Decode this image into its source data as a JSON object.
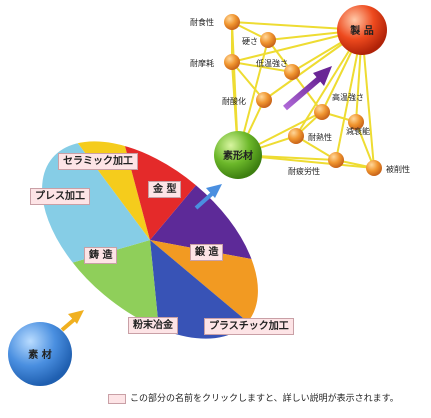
{
  "nodes": {
    "sozai": "素 材",
    "sokeizai": "素形材",
    "seihin": "製 品"
  },
  "processes": {
    "ceramic": "セラミック加工",
    "press": "プレス加工",
    "kanagata": "金 型",
    "chuzo": "鋳 造",
    "tanzo": "鍛 造",
    "funmatsu": "粉末冶金",
    "plastic": "プラスチック加工"
  },
  "properties": {
    "taishokusei": "耐食性",
    "kosa": "硬さ",
    "taimachosei": "耐摩耗",
    "teion": "低温強さ",
    "taisanka": "耐酸化",
    "koon": "高温強さ",
    "gensuinou": "減衰能",
    "tainetsusei": "耐熱性",
    "taihirou": "耐疲労性",
    "hisakusei": "被削性"
  },
  "footer": {
    "note": "この部分の名前をクリックしますと、詳しい説明が表示されます。"
  },
  "colors": {
    "label_fill": "#fde4e6",
    "property_ball": "#e8892b",
    "network_line": "#eedc32",
    "sozai_ball": "#4a8fe0",
    "sokeizai_ball": "#6cb82a",
    "seihin_ball": "#e8401c",
    "arrow_purple": "#8a3fb8"
  }
}
